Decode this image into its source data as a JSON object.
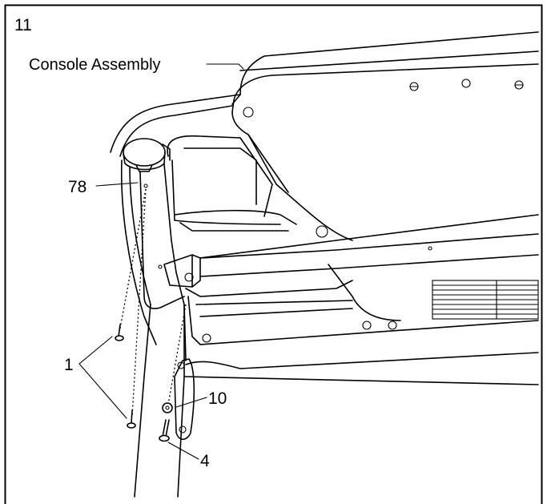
{
  "step_number": "11",
  "labels": {
    "console_assembly": "Console Assembly",
    "part_78": "78",
    "part_1": "1",
    "part_10": "10",
    "part_4": "4"
  }
}
